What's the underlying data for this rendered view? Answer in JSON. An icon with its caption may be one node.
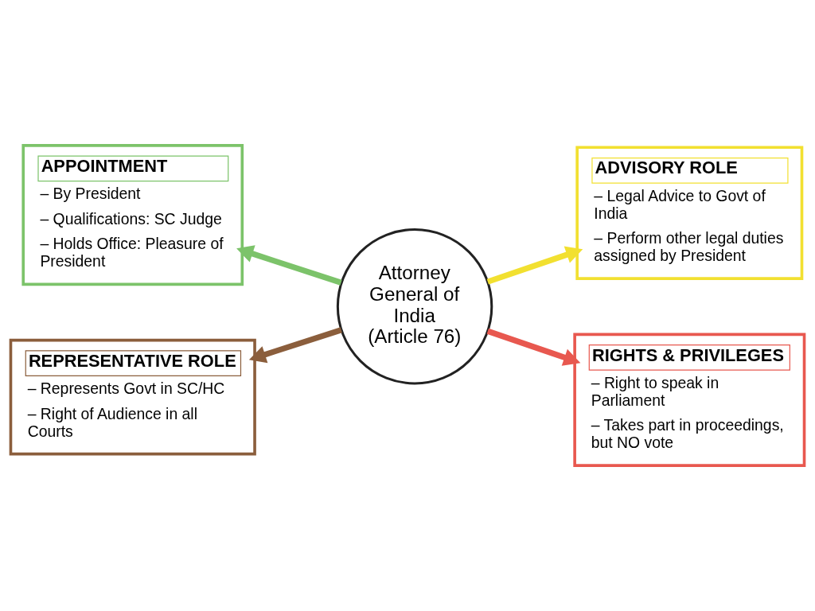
{
  "diagram": {
    "nodes": [
      {
        "text": [
          "Attorney General of India",
          "(Article 76)"
        ]
      },
      {
        "text": [
          "APPOINTMENT",
          "– By President",
          "– Qualifications: SC Judge",
          "– Holds Office: Pleasure of President"
        ]
      },
      {
        "text": [
          "ADVISORY ROLE",
          "– Legal Advice to Govt of India",
          "– Perform other legal duties assigned by President"
        ]
      },
      {
        "text": [
          "REPRESENTATIVE ROLE",
          "– Represents Govt in SC/HC",
          "– Right of Audience in all Courts"
        ]
      },
      {
        "text": [
          "RIGHTS & PRIVILEGES",
          "– Right to speak in Parliament",
          "– Takes part in proceedings, but NO vote"
        ]
      }
    ],
    "edges": [
      {
        "from": 0,
        "to": 1,
        "arrow": "to",
        "color": "#7cc36a"
      },
      {
        "from": 0,
        "to": 2,
        "arrow": "to",
        "color": "#f2e030"
      },
      {
        "from": 0,
        "to": 3,
        "arrow": "to",
        "color": "#8b5e3c"
      },
      {
        "from": 0,
        "to": 4,
        "arrow": "to",
        "color": "#e8584f"
      }
    ]
  }
}
